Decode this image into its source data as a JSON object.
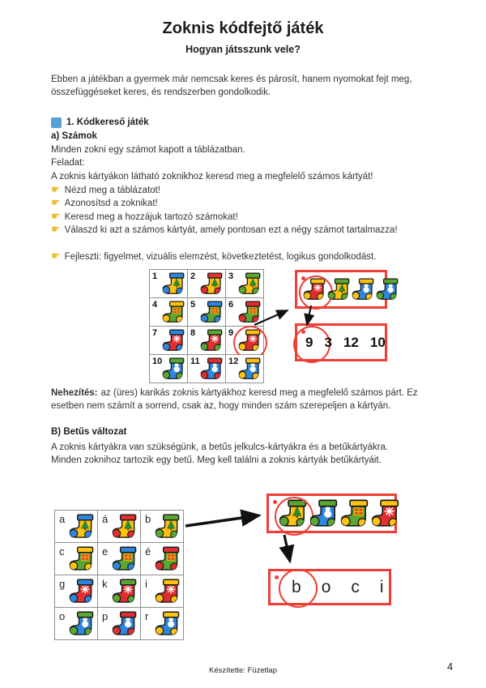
{
  "page": {
    "title": "Zoknis kódfejtő játék",
    "subtitle": "Hogyan játsszunk vele?",
    "intro": "Ebben a játékban a gyermek már nemcsak keres és párosít, hanem nyomokat fejt meg, összefüggéseket keres, és rendszerben gondolkodik."
  },
  "icons": {
    "pointer": "☛"
  },
  "section_a": {
    "heading": "1. Kódkereső játék",
    "subheading": "a) Számok",
    "line_table": "Minden zokni egy számot kapott a táblázatban.",
    "task_label": "Feladat:",
    "line_task": "A zoknis kártyákon látható zoknikhoz keresd meg a megfelelő számos kártyát!",
    "bullets": [
      "Nézd meg a táblázatot!",
      "Azonosítsd a zoknikat!",
      "Keresd meg a hozzájuk tartozó számokat!",
      "Válaszd ki azt a számos kártyát, amely pontosan ezt a négy számot tartalmazza!"
    ],
    "develops": "Fejleszti: figyelmet, vizuális elemzést, következtetést, logikus gondolkodást."
  },
  "difficulty": {
    "label": "Nehezítés:",
    "text": "az (üres) karikás zoknis kártyákhoz keresd meg a megfelelő számos párt. Ez esetben nem számít a sorrend, csak az, hogy minden szám szerepeljen a kártyán."
  },
  "section_b": {
    "heading": "B) Betűs változat",
    "line1": "A zoknis kártyákra van szükségünk, a betűs jelkulcs-kártyákra és a betűkártyákra.",
    "line2": "Minden zoknihoz tartozik egy betű. Meg kell találni a zoknis kártyák betűkártyáit."
  },
  "sock_colors": {
    "yellow": "#FFC20E",
    "green": "#5AA832",
    "red": "#E12F2F",
    "blue": "#2E86DE"
  },
  "number_table": {
    "cells": [
      {
        "label": "1",
        "body": "yellow",
        "cuff": "blue",
        "motif": "tree",
        "circled": false
      },
      {
        "label": "2",
        "body": "yellow",
        "cuff": "red",
        "motif": "tree",
        "circled": false
      },
      {
        "label": "3",
        "body": "yellow",
        "cuff": "green",
        "motif": "tree",
        "circled": false
      },
      {
        "label": "4",
        "body": "green",
        "cuff": "yellow",
        "motif": "gift",
        "circled": false
      },
      {
        "label": "5",
        "body": "green",
        "cuff": "blue",
        "motif": "gift",
        "circled": false
      },
      {
        "label": "6",
        "body": "green",
        "cuff": "red",
        "motif": "gift",
        "circled": false
      },
      {
        "label": "7",
        "body": "red",
        "cuff": "blue",
        "motif": "snowflake",
        "circled": false
      },
      {
        "label": "8",
        "body": "red",
        "cuff": "green",
        "motif": "snowflake",
        "circled": false
      },
      {
        "label": "9",
        "body": "red",
        "cuff": "yellow",
        "motif": "snowflake",
        "circled": true
      },
      {
        "label": "10",
        "body": "blue",
        "cuff": "green",
        "motif": "snowman",
        "circled": false
      },
      {
        "label": "11",
        "body": "blue",
        "cuff": "red",
        "motif": "snowman",
        "circled": false
      },
      {
        "label": "12",
        "body": "blue",
        "cuff": "yellow",
        "motif": "snowman",
        "circled": false
      }
    ]
  },
  "number_card": {
    "socks": [
      {
        "body": "red",
        "cuff": "yellow",
        "motif": "snowflake",
        "circled": true
      },
      {
        "body": "yellow",
        "cuff": "green",
        "motif": "tree",
        "circled": false
      },
      {
        "body": "blue",
        "cuff": "yellow",
        "motif": "snowman",
        "circled": false
      },
      {
        "body": "blue",
        "cuff": "green",
        "motif": "snowman",
        "circled": false
      }
    ]
  },
  "answer_card": {
    "numbers": [
      "9",
      "3",
      "12",
      "10"
    ],
    "circled_index": 0
  },
  "letter_table": {
    "cells": [
      {
        "label": "a",
        "body": "yellow",
        "cuff": "blue",
        "motif": "tree",
        "circled": false
      },
      {
        "label": "á",
        "body": "yellow",
        "cuff": "red",
        "motif": "tree",
        "circled": false
      },
      {
        "label": "b",
        "body": "yellow",
        "cuff": "green",
        "motif": "tree",
        "circled": false
      },
      {
        "label": "c",
        "body": "green",
        "cuff": "yellow",
        "motif": "gift",
        "circled": false
      },
      {
        "label": "e",
        "body": "green",
        "cuff": "blue",
        "motif": "gift",
        "circled": false
      },
      {
        "label": "é",
        "body": "green",
        "cuff": "red",
        "motif": "gift",
        "circled": false
      },
      {
        "label": "g",
        "body": "red",
        "cuff": "blue",
        "motif": "snowflake",
        "circled": false
      },
      {
        "label": "k",
        "body": "red",
        "cuff": "green",
        "motif": "snowflake",
        "circled": false
      },
      {
        "label": "i",
        "body": "red",
        "cuff": "yellow",
        "motif": "snowflake",
        "circled": false
      },
      {
        "label": "o",
        "body": "blue",
        "cuff": "green",
        "motif": "snowman",
        "circled": false
      },
      {
        "label": "p",
        "body": "blue",
        "cuff": "red",
        "motif": "snowman",
        "circled": false
      },
      {
        "label": "r",
        "body": "blue",
        "cuff": "yellow",
        "motif": "snowman",
        "circled": false
      }
    ]
  },
  "letter_card": {
    "socks": [
      {
        "body": "yellow",
        "cuff": "green",
        "motif": "tree",
        "circled": true
      },
      {
        "body": "blue",
        "cuff": "green",
        "motif": "snowman",
        "circled": false
      },
      {
        "body": "green",
        "cuff": "yellow",
        "motif": "gift",
        "circled": false
      },
      {
        "body": "red",
        "cuff": "yellow",
        "motif": "snowflake",
        "circled": false
      }
    ]
  },
  "word_card": {
    "letters": [
      "b",
      "o",
      "c",
      "i"
    ],
    "circled_index": 0
  },
  "accents": {
    "card_border": "#EF3E36",
    "circle": "#EF3E36",
    "corner_dot": "#EF3E36",
    "grid_border": "#8F8F8F",
    "heading_square": "#56A0D8",
    "pointer": "#EFB92A",
    "arrow": "#111111"
  },
  "footer": {
    "credit": "Készítette: Füzetlap",
    "page_number": "4"
  }
}
